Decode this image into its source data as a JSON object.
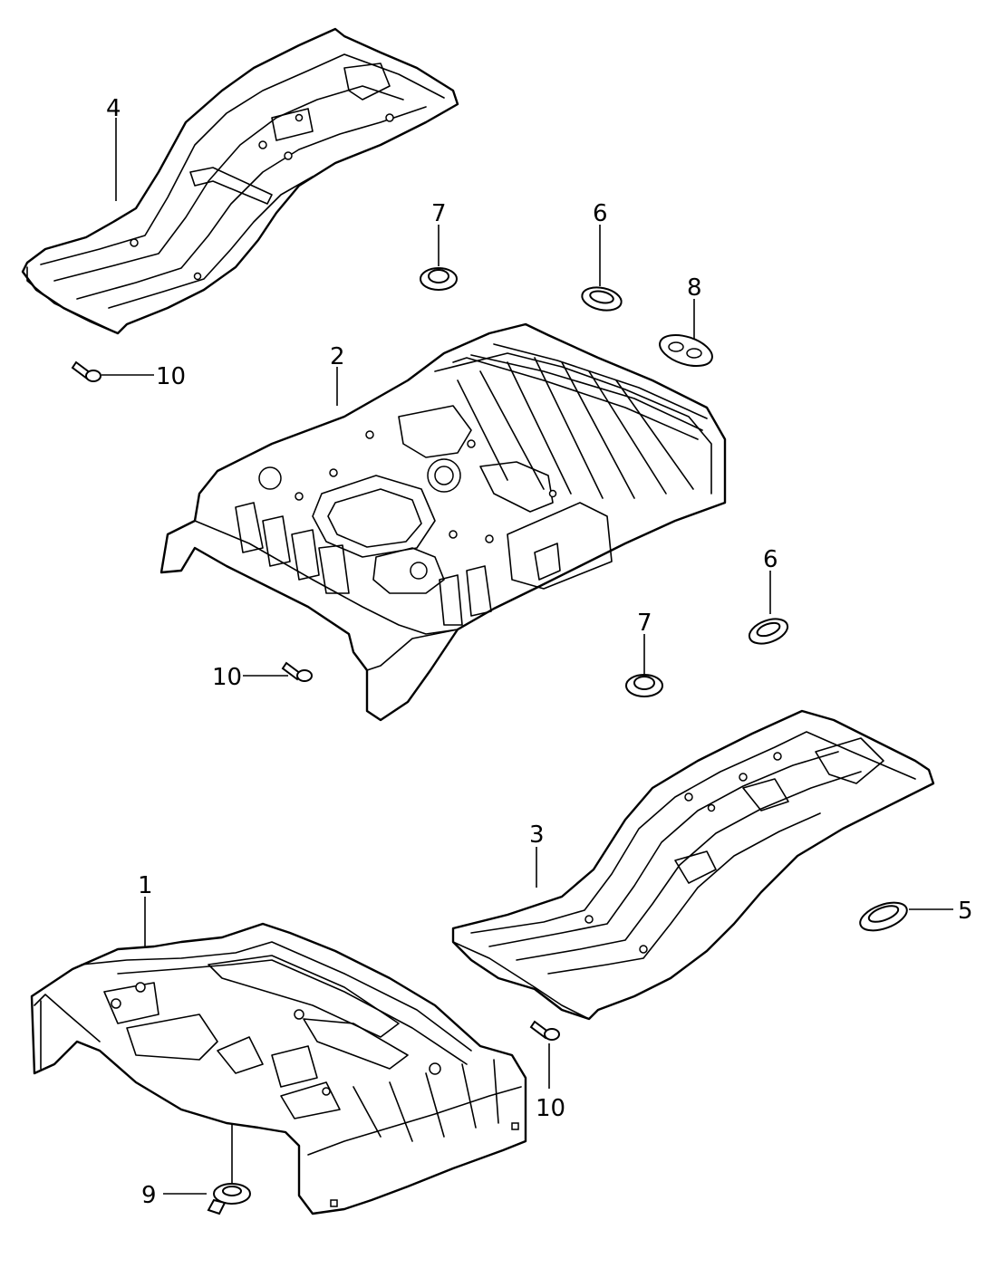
{
  "callouts": {
    "c1": "1",
    "c2": "2",
    "c3": "3",
    "c4": "4",
    "c5": "5",
    "c6a": "6",
    "c6b": "6",
    "c7a": "7",
    "c7b": "7",
    "c8": "8",
    "c9": "9",
    "c10a": "10",
    "c10b": "10",
    "c10c": "10"
  },
  "colors": {
    "line": "#000000",
    "background": "#ffffff"
  }
}
